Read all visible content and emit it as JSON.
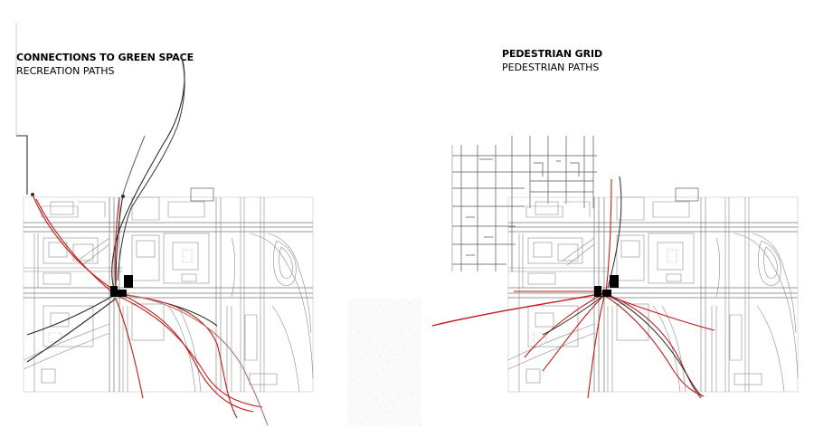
{
  "left_panel": {
    "title": "CONNECTIONS TO GREEN SPACE",
    "subtitle": "RECREATION PATHS"
  },
  "right_panel": {
    "title": "PEDESTRIAN GRID",
    "subtitle": "PEDESTRIAN PATHS"
  },
  "colors": {
    "base_map": "#8a8a8a",
    "recreation_path_red": "#c21a1a",
    "recreation_path_dark": "#2a2a2a",
    "station_block": "#000000"
  }
}
